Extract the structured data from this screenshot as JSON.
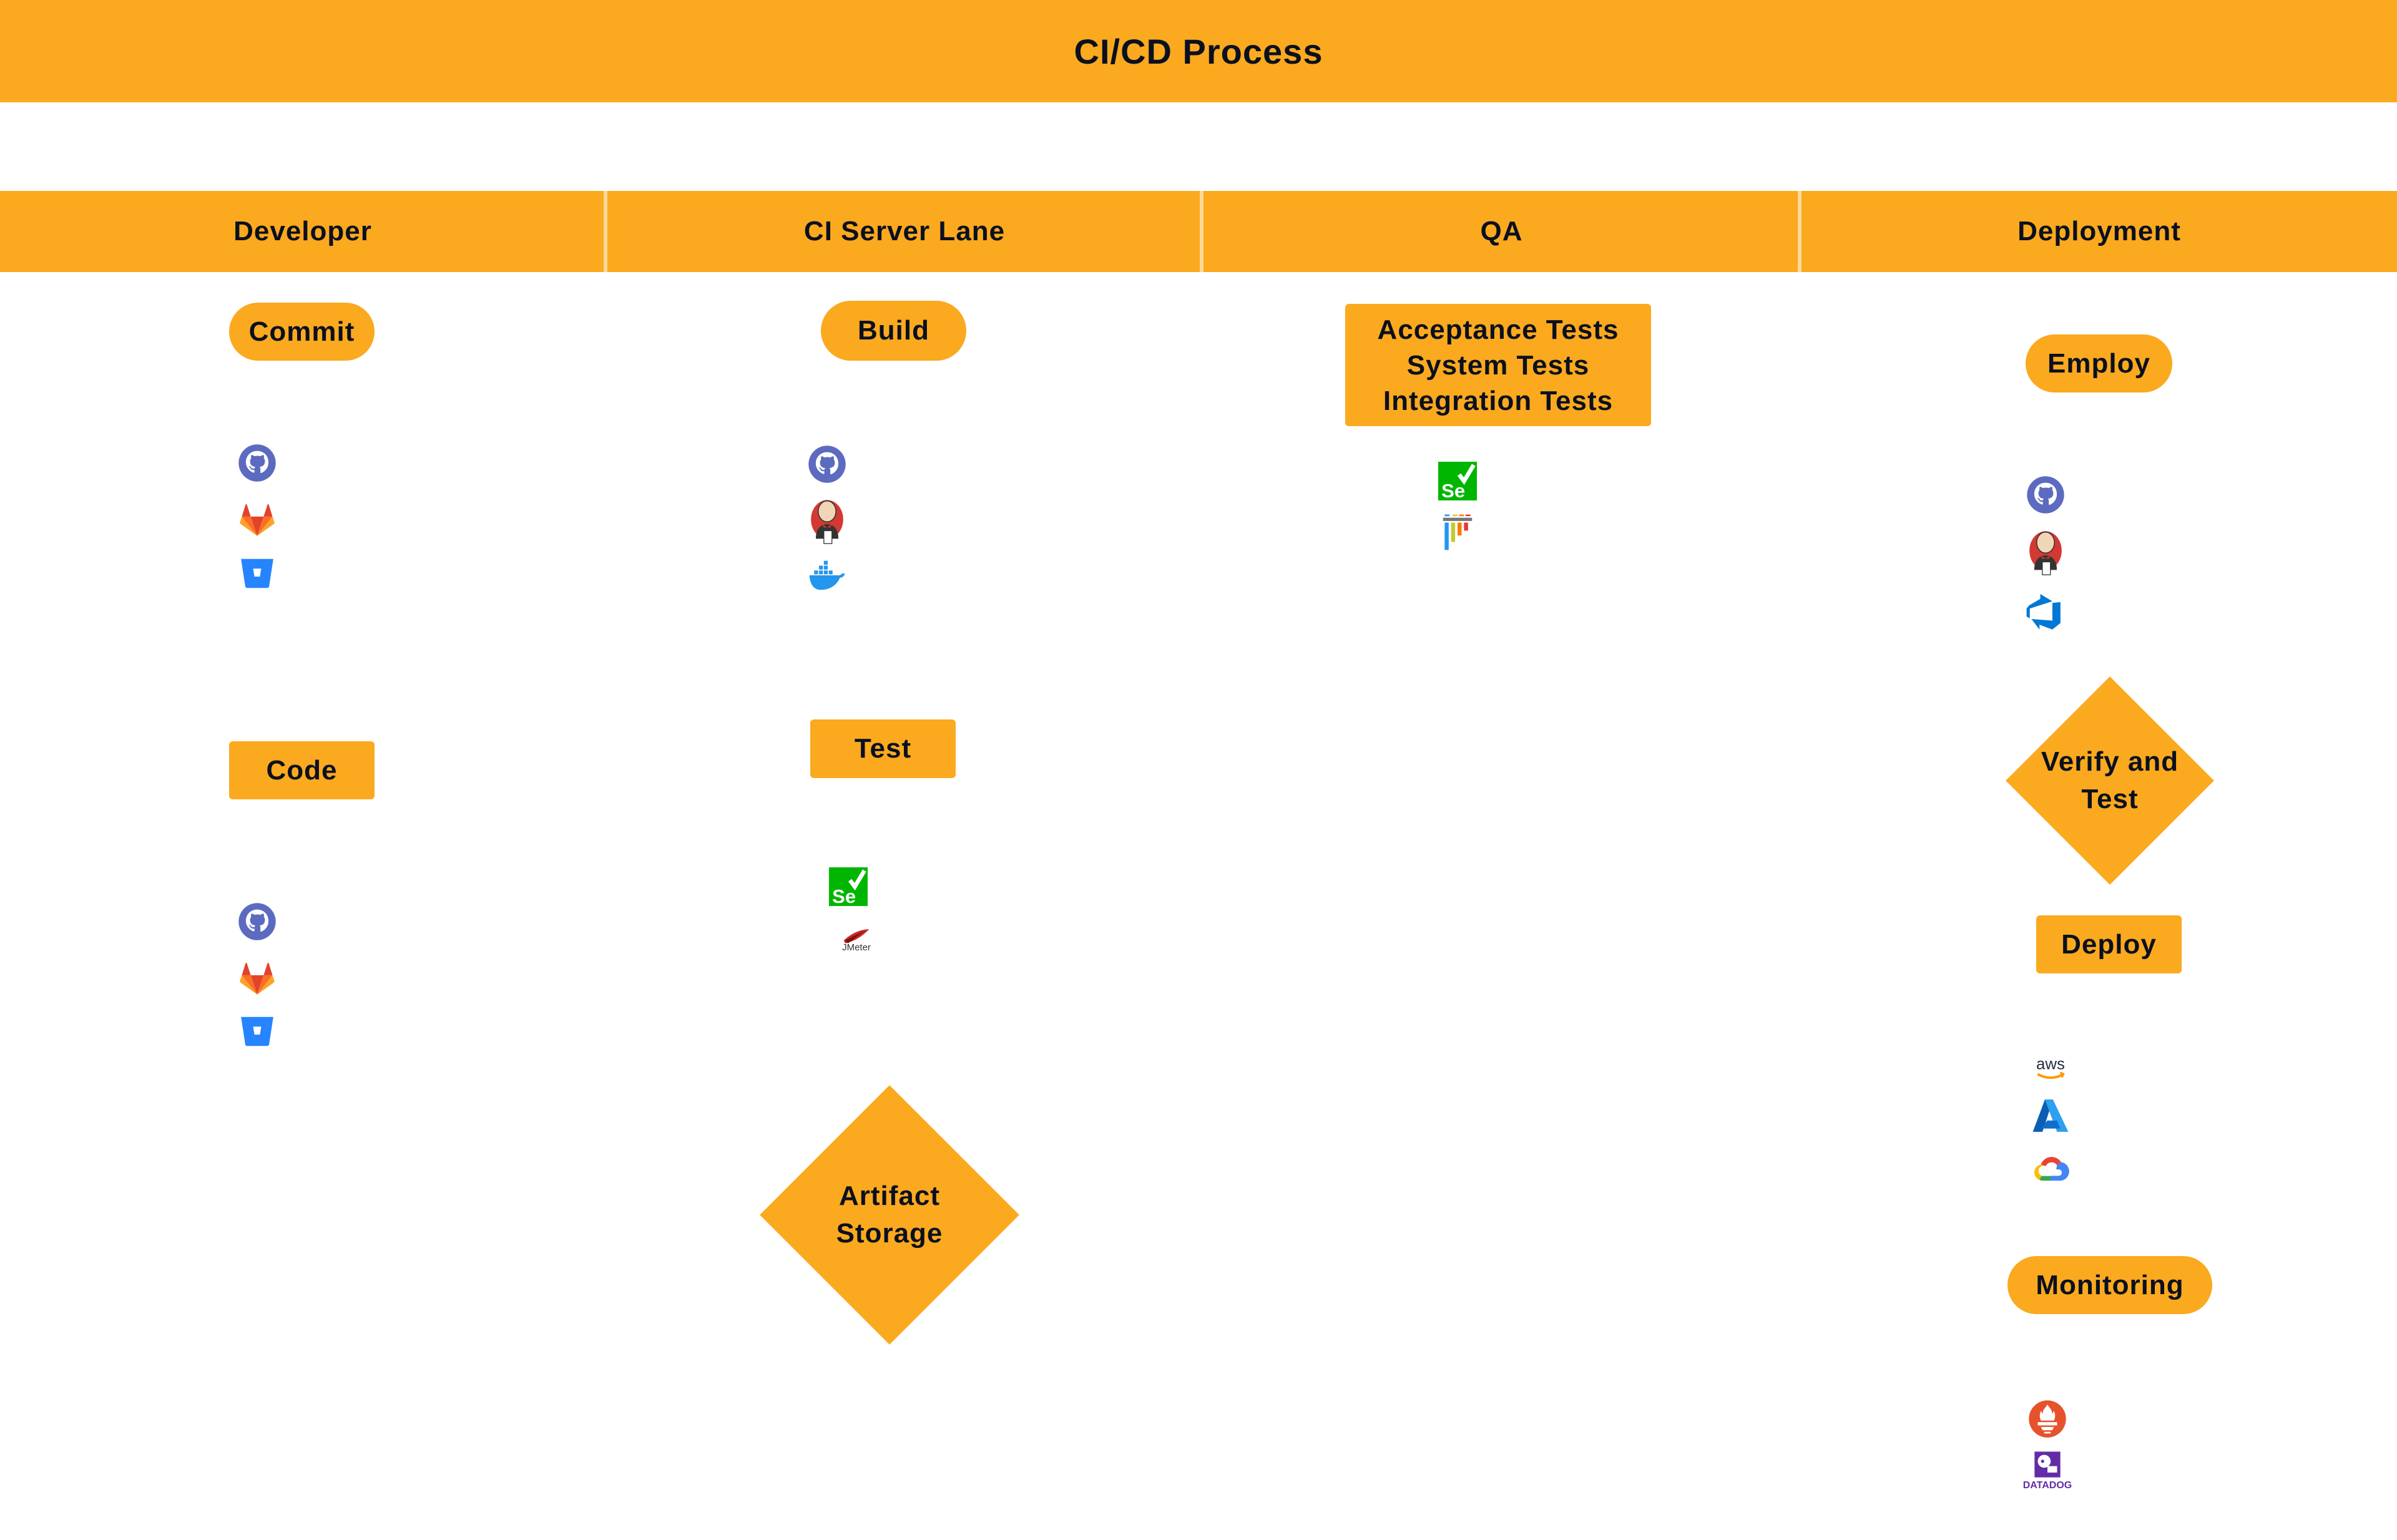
{
  "title": "CI/CD Process",
  "colors": {
    "accent": "#FBA91E",
    "text": "#0b1020"
  },
  "lanes": [
    {
      "label": "Developer"
    },
    {
      "label": "CI Server Lane"
    },
    {
      "label": "QA"
    },
    {
      "label": "Deployment"
    }
  ],
  "developer": {
    "commit": "Commit",
    "code": "Code",
    "commit_tools": [
      "github-icon",
      "gitlab-icon",
      "bitbucket-icon"
    ],
    "code_tools": [
      "github-icon",
      "gitlab-icon",
      "bitbucket-icon"
    ]
  },
  "ci": {
    "build": "Build",
    "test": "Test",
    "artifact_line1": "Artifact",
    "artifact_line2": "Storage",
    "build_tools": [
      "github-icon",
      "jenkins-icon",
      "docker-icon"
    ],
    "test_tools": [
      "selenium-icon",
      "jmeter-icon"
    ],
    "jmeter_text": "JMeter"
  },
  "qa": {
    "line1": "Acceptance Tests",
    "line2": "System Tests",
    "line3": "Integration Tests",
    "tools": [
      "selenium-icon",
      "pipeline-bars-icon"
    ],
    "selenium_text": "Se"
  },
  "deployment": {
    "employ": "Employ",
    "verify_line1": "Verify and",
    "verify_line2": "Test",
    "deploy": "Deploy",
    "monitoring": "Monitoring",
    "employ_tools": [
      "github-icon",
      "jenkins-icon",
      "azure-devops-icon"
    ],
    "deploy_tools": [
      "aws-icon",
      "azure-icon",
      "google-cloud-icon"
    ],
    "monitoring_tools": [
      "prometheus-icon",
      "datadog-icon"
    ],
    "aws_text": "aws",
    "datadog_text": "DATADOG"
  }
}
